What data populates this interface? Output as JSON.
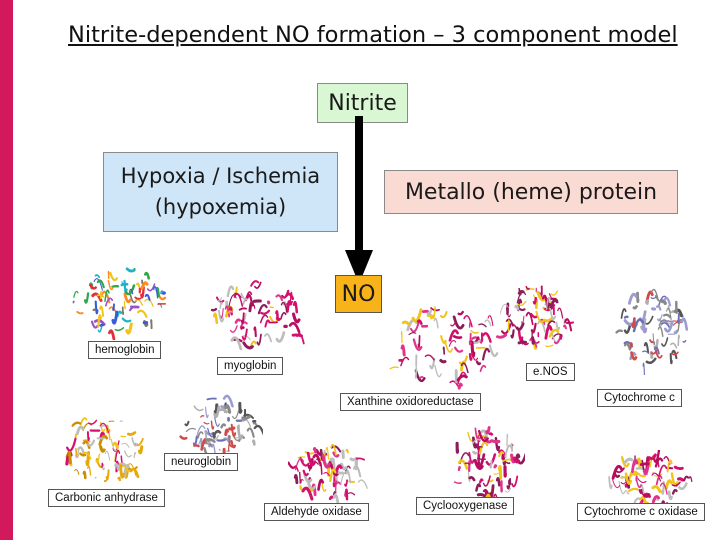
{
  "title": "Nitrite-dependent NO formation – 3 component model",
  "boxes": {
    "nitrite": "Nitrite",
    "hypoxia_line1": "Hypoxia / Ischemia",
    "hypoxia_line2": "(hypoxemia)",
    "metallo": "Metallo (heme) protein",
    "no": "NO"
  },
  "proteins": [
    {
      "label": "hemoglobin",
      "palette": "multicolor"
    },
    {
      "label": "myoglobin",
      "palette": "magenta"
    },
    {
      "label": "e.NOS",
      "palette": "magenta"
    },
    {
      "label": "Xanthine oxidoreductase",
      "palette": "magenta"
    },
    {
      "label": "Cytochrome c",
      "palette": "grey"
    },
    {
      "label": "neuroglobin",
      "palette": "grey"
    },
    {
      "label": "Carbonic anhydrase",
      "palette": "yellow"
    },
    {
      "label": "Aldehyde oxidase",
      "palette": "magenta"
    },
    {
      "label": "Cyclooxygenase",
      "palette": "magenta"
    },
    {
      "label": "Cytochrome c oxidase",
      "palette": "magenta"
    }
  ],
  "colors": {
    "accent_bar": "#d1195c",
    "nitrite_box": "#d8f7d2",
    "hypoxia_box": "#cfe6f8",
    "metallo_box": "#fadbd3",
    "no_box": "#f8b21a",
    "arrow": "#000000"
  },
  "icons": [
    "protein-structure-icon",
    "down-arrow-icon"
  ]
}
